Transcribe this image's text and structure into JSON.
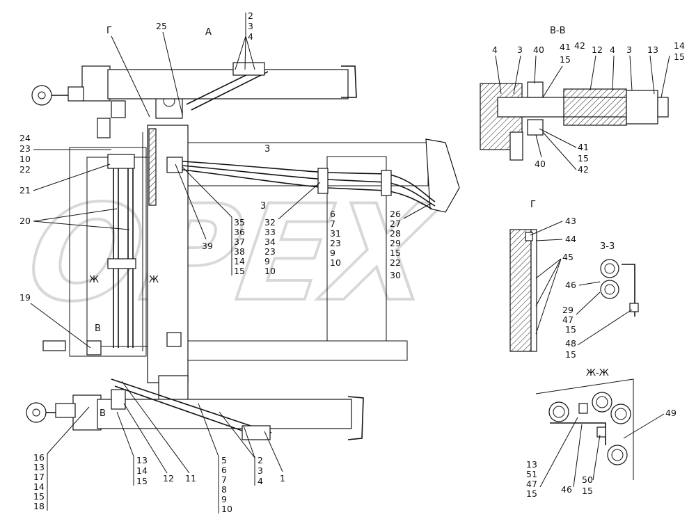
{
  "watermark": "OPEX",
  "sections": {
    "view_a": "А",
    "view_vv": "В-В",
    "view_g": "Г",
    "view_33": "3-3",
    "view_zhzh": "Ж-Ж",
    "mark_g": "Г",
    "mark_v_top": "В",
    "mark_v_bottom": "В",
    "mark_zh_left": "Ж",
    "mark_zh_right": "Ж",
    "mark_3": "3",
    "mark_3b": "3"
  },
  "callouts": {
    "c2_3_4_top": [
      "2",
      "3",
      "4"
    ],
    "c25": "25",
    "c24_group": [
      "24",
      "23",
      "10",
      "22"
    ],
    "c21": "21",
    "c20": "20",
    "c19": "19",
    "c39": "39",
    "c35_group": [
      "35",
      "36",
      "37",
      "38",
      "14",
      "15"
    ],
    "c32_group": [
      "32",
      "33",
      "34",
      "23",
      "9",
      "10"
    ],
    "c6_group": [
      "6",
      "7",
      "31",
      "23",
      "9",
      "10"
    ],
    "c26_group": [
      "26",
      "27",
      "28",
      "29",
      "15",
      "22",
      "30"
    ],
    "c16_group": [
      "16",
      "13",
      "17",
      "14",
      "15",
      "18"
    ],
    "c13_group": [
      "13",
      "14",
      "15"
    ],
    "c12": "12",
    "c11": "11",
    "c5_group": [
      "5",
      "6",
      "7",
      "8",
      "9",
      "10"
    ],
    "c2_3_4_bottom": [
      "2",
      "3",
      "4"
    ],
    "c1": "1",
    "vv_top": [
      "4",
      "3",
      "40",
      "41",
      "15",
      "42",
      "12",
      "4",
      "3",
      "13",
      "14",
      "15"
    ],
    "vv_bottom": [
      "41",
      "15",
      "40",
      "42"
    ],
    "g_labels": [
      "43",
      "44",
      "45"
    ],
    "s33_labels": [
      "46",
      "29",
      "47",
      "15",
      "48",
      "15"
    ],
    "zh_labels": [
      "49",
      "13",
      "51",
      "47",
      "15",
      "46",
      "50",
      "15"
    ]
  }
}
